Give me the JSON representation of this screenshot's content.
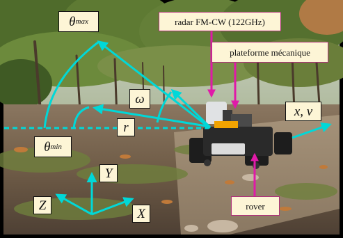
{
  "labels": {
    "theta_max": {
      "symbol": "θ",
      "subscript": "max"
    },
    "theta_min": {
      "symbol": "θ",
      "subscript": "min"
    },
    "omega": "ω",
    "range": "r",
    "velocity": "x, v",
    "axis_x": "X",
    "axis_y": "Y",
    "axis_z": "Z",
    "radar": "radar FM-CW (122GHz)",
    "platform": "plateforme mécanique",
    "rover": "rover"
  },
  "colors": {
    "annotation": "#00d8d8",
    "callout": "#e01aa8",
    "label_bg": "#fdf5d6",
    "label_border": "#111111"
  }
}
